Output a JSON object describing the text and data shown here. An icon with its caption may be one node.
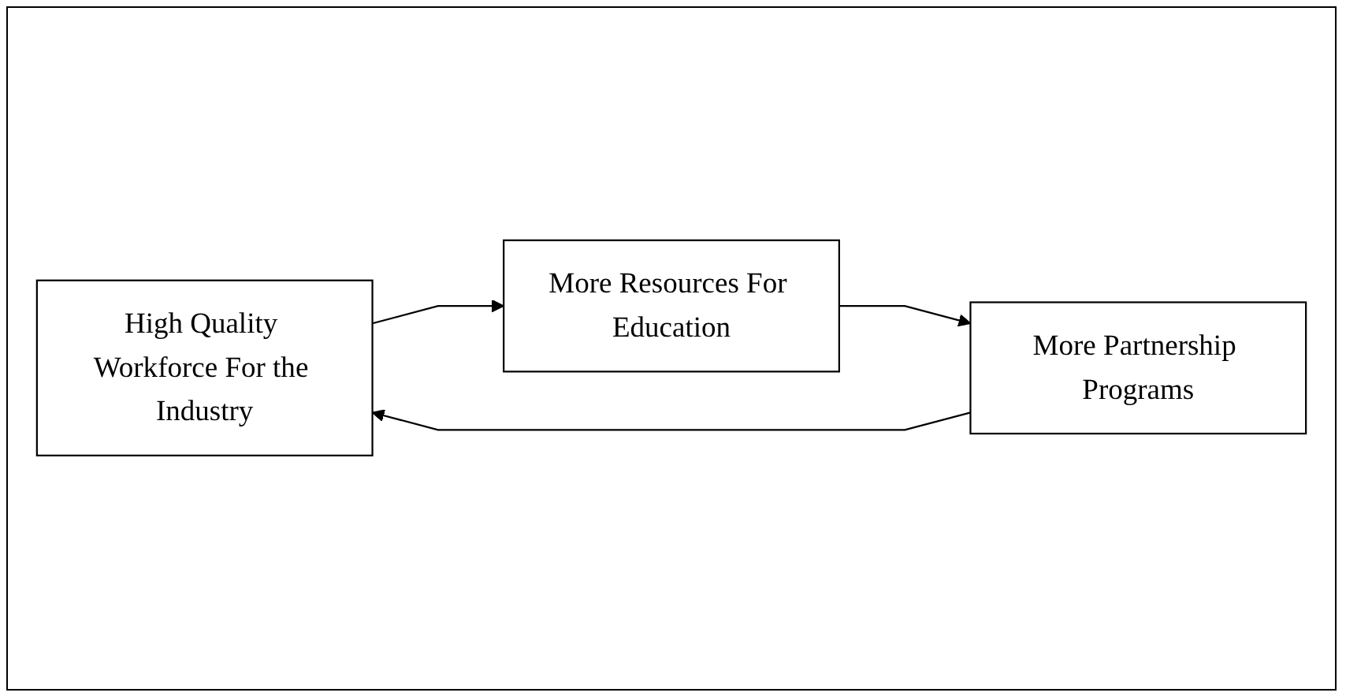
{
  "diagram": {
    "nodes": [
      {
        "text": [
          "High Quality Workforce For the Industry"
        ]
      },
      {
        "text": [
          "More Resources For Education"
        ]
      },
      {
        "text": [
          "More Partnership Programs"
        ]
      }
    ],
    "edges": [
      {
        "from": 0,
        "to": 1,
        "arrow": "to"
      },
      {
        "from": 1,
        "to": 2,
        "arrow": "to"
      },
      {
        "from": 2,
        "to": 0,
        "arrow": "to"
      }
    ]
  }
}
